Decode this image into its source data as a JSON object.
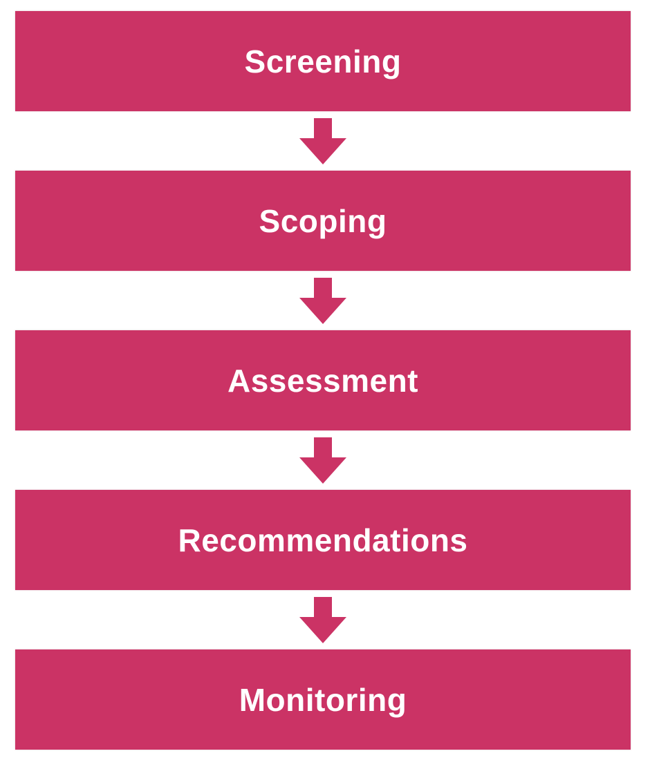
{
  "diagram": {
    "type": "vertical-process-flow",
    "background_color": "#FFFFFF",
    "accent_color": "#CB3365",
    "label_color": "#FFFFFF",
    "connector": "down-arrow",
    "steps": [
      {
        "label": "Screening"
      },
      {
        "label": "Scoping"
      },
      {
        "label": "Assessment"
      },
      {
        "label": "Recommendations"
      },
      {
        "label": "Monitoring"
      }
    ]
  }
}
